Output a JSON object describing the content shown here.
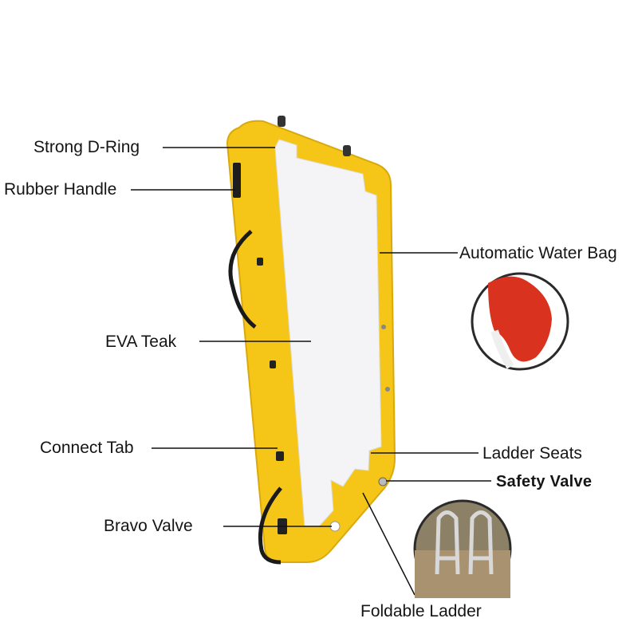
{
  "labels": {
    "strong_d_ring": "Strong D-Ring",
    "rubber_handle": "Rubber Handle",
    "automatic_water_bag": "Automatic Water Bag",
    "eva_teak": "EVA Teak",
    "connect_tab": "Connect Tab",
    "ladder_seats": "Ladder Seats",
    "safety_valve": "Safety Valve",
    "bravo_valve": "Bravo Valve",
    "foldable_ladder": "Foldable Ladder"
  },
  "colors": {
    "frame_yellow": "#f5c518",
    "deck_white": "#f4f4f6",
    "water_bag_red": "#d9321f",
    "leader_line": "#111111"
  }
}
